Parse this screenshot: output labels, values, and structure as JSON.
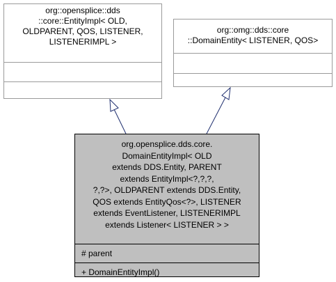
{
  "diagram": {
    "base_left": {
      "title_lines": [
        "org::opensplice::dds",
        "::core::EntityImpl< OLD,",
        " OLDPARENT, QOS, LISTENER,",
        " LISTENERIMPL >"
      ],
      "attributes": "",
      "operations": ""
    },
    "base_right": {
      "title_lines": [
        "org::omg::dds::core",
        "::DomainEntity< LISTENER, QOS>"
      ],
      "attributes": "",
      "operations": ""
    },
    "derived": {
      "title_lines": [
        "org.opensplice.dds.core.",
        "DomainEntityImpl< OLD",
        " extends DDS.Entity, PARENT",
        " extends EntityImpl<?,?,?,",
        "?,?>, OLDPARENT extends DDS.Entity,",
        " QOS extends EntityQos<?>, LISTENER",
        " extends EventListener, LISTENERIMPL",
        " extends Listener< LISTENER > >"
      ],
      "attributes": "# parent",
      "operations": "+ DomainEntityImpl()"
    },
    "colors": {
      "derived_fill": "#bfbfbf",
      "base_border": "#9a9a9a",
      "arrow": "#1f2f6f"
    }
  }
}
